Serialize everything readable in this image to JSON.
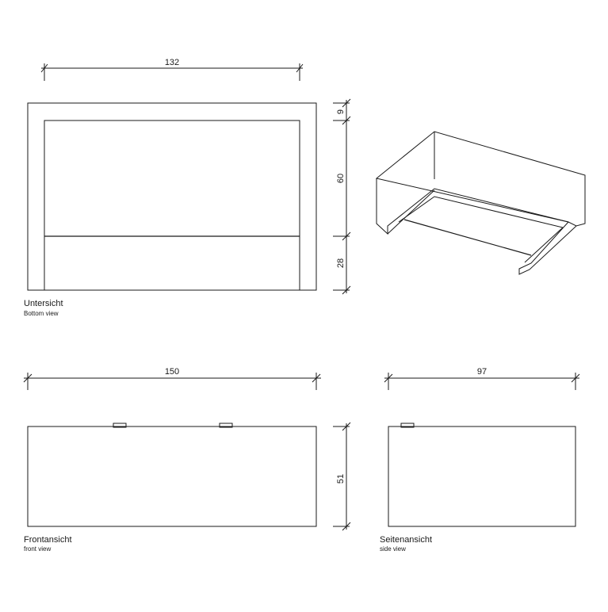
{
  "views": {
    "bottom": {
      "title": "Untersicht",
      "subtitle": "Bottom view"
    },
    "front": {
      "title": "Frontansicht",
      "subtitle": "front view"
    },
    "side": {
      "title": "Seitenansicht",
      "subtitle": "side view"
    },
    "isometric": {}
  },
  "dimensions": {
    "bottom_width": "132",
    "bottom_top_margin": "9",
    "bottom_depth_upper": "60",
    "bottom_depth_lower": "28",
    "front_width": "150",
    "front_height": "51",
    "side_width": "97"
  }
}
